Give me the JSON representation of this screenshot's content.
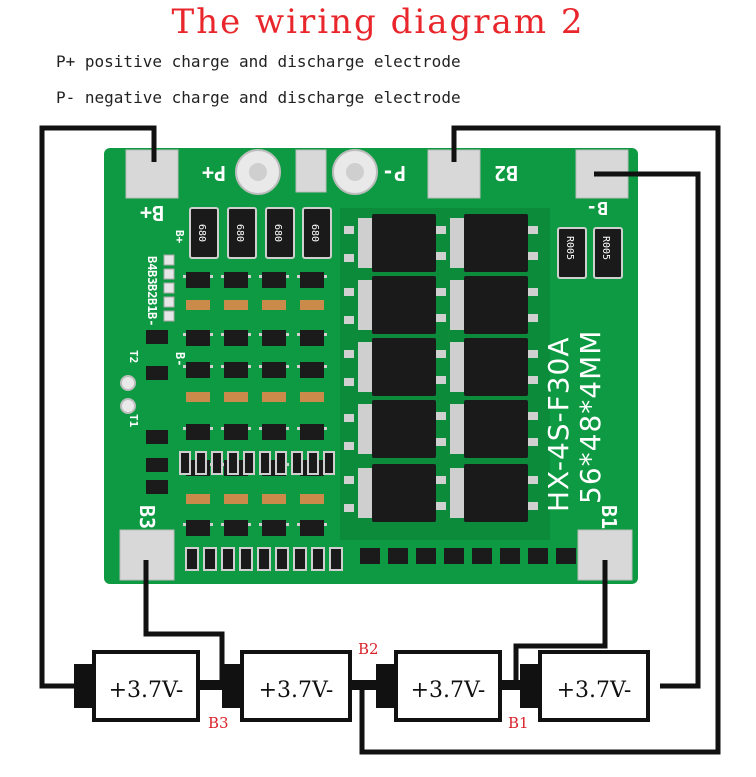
{
  "title": "The wiring diagram 2",
  "colors": {
    "title": "#e8262b",
    "red_label": "#d9222a",
    "pcb": "#0e9a42",
    "pcb_dark": "#0a7a32",
    "wire": "#111111",
    "pad": "#d8d8d8",
    "silk": "#ffffff",
    "mosfet": "#1a1a1a"
  },
  "legend": {
    "p_plus": "P+ positive charge and discharge electrode",
    "p_minus": "P- negative charge and discharge electrode"
  },
  "board": {
    "label_b_plus": "B+",
    "label_p_plus": "P+",
    "label_p_minus": "P-",
    "label_b2": "B2",
    "label_b_minus": "B-",
    "label_b3": "B3",
    "label_b1": "B1",
    "label_b_minus_small": "B-",
    "label_t2": "T2",
    "label_t1": "T1",
    "label_b_plus_small": "B+",
    "connector_labels": [
      "B4",
      "B3",
      "B2",
      "B1",
      "B-"
    ],
    "resistor_label": "680",
    "shunt_label": "R005",
    "model_line1": "HX-4S-F30A",
    "model_line2": "56*48*4MM"
  },
  "batteries": [
    {
      "label": "+3.7V-"
    },
    {
      "label": "+3.7V-"
    },
    {
      "label": "+3.7V-"
    },
    {
      "label": "+3.7V-"
    }
  ],
  "junctions": {
    "b3": "B3",
    "b2": "B2",
    "b1": "B1"
  }
}
